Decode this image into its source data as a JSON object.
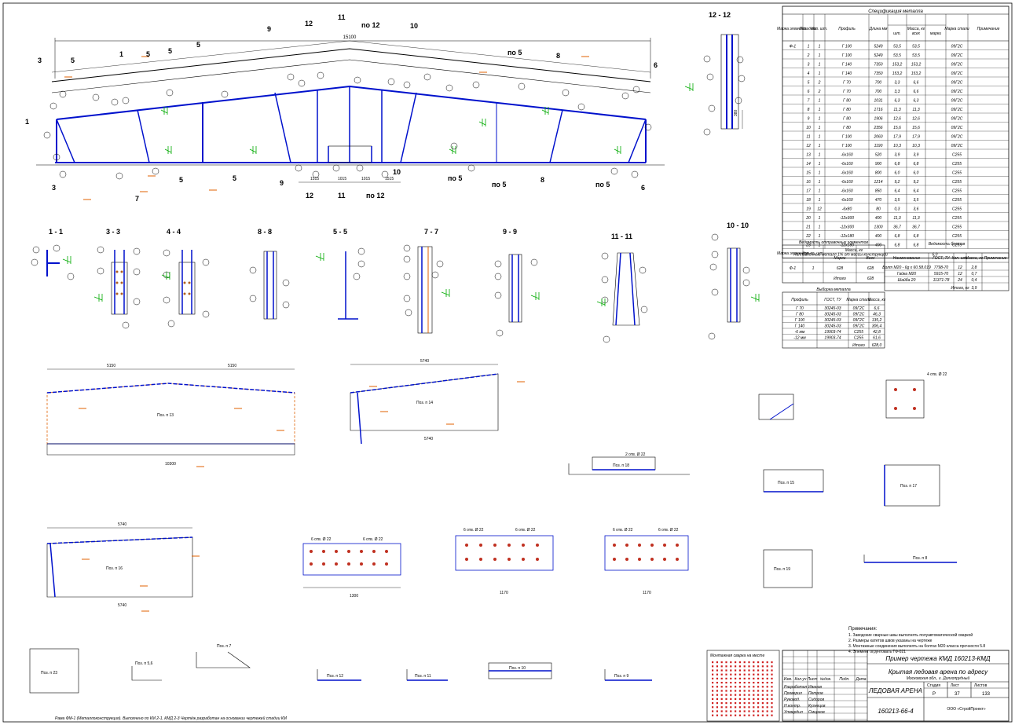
{
  "drawing": {
    "top_section_labels": [
      "9",
      "12",
      "11",
      "no 12",
      "10"
    ],
    "truss_dims": {
      "overall": "15100"
    },
    "section_titles": [
      "1 - 1",
      "3 - 3",
      "4 - 4",
      "8 - 8",
      "5 - 5",
      "7 - 7",
      "9 - 9",
      "11 - 11",
      "10 - 10",
      "12 - 12"
    ],
    "spec_table": {
      "title": "Спецификация металла",
      "headers": [
        "Марка элемента",
        "Поз. дет.",
        "Кол. шт.",
        "Профиль",
        "Длина мм",
        "Масса, кг",
        "Марка стали",
        "Примечание"
      ],
      "mass_subheaders": [
        "шт.",
        "всех",
        "марки"
      ],
      "rows": [
        [
          "Ф-1",
          "1",
          "1",
          "Г 100",
          "5249",
          "53,5",
          "53,5",
          "09Г2С"
        ],
        [
          "",
          "2",
          "1",
          "Г 100",
          "5249",
          "53,5",
          "53,5",
          "09Г2С"
        ],
        [
          "",
          "3",
          "1",
          "Г 140",
          "7350",
          "153,2",
          "153,2",
          "09Г2С"
        ],
        [
          "",
          "4",
          "1",
          "Г 140",
          "7350",
          "153,2",
          "153,2",
          "09Г2С"
        ],
        [
          "",
          "5",
          "2",
          "Г 70",
          "700",
          "3,3",
          "6,6",
          "09Г2С"
        ],
        [
          "",
          "6",
          "2",
          "Г 70",
          "700",
          "3,3",
          "6,6",
          "09Г2С"
        ],
        [
          "",
          "7",
          "1",
          "Г 80",
          "1031",
          "6,3",
          "6,3",
          "09Г2С"
        ],
        [
          "",
          "8",
          "1",
          "Г 80",
          "1716",
          "11,3",
          "11,3",
          "09Г2С"
        ],
        [
          "",
          "9",
          "1",
          "Г 80",
          "1906",
          "12,6",
          "12,6",
          "09Г2С"
        ],
        [
          "",
          "10",
          "1",
          "Г 80",
          "2356",
          "15,6",
          "15,6",
          "09Г2С"
        ],
        [
          "",
          "11",
          "1",
          "Г 100",
          "2060",
          "17,9",
          "17,9",
          "09Г2С"
        ],
        [
          "",
          "12",
          "1",
          "Г 100",
          "1190",
          "10,3",
          "10,3",
          "09Г2С"
        ],
        [
          "",
          "13",
          "1",
          "-6х160",
          "520",
          "3,9",
          "3,9",
          "С255"
        ],
        [
          "",
          "14",
          "1",
          "-6х160",
          "900",
          "6,8",
          "6,8",
          "С255"
        ],
        [
          "",
          "15",
          "1",
          "-6х160",
          "800",
          "6,0",
          "6,0",
          "С255"
        ],
        [
          "",
          "16",
          "1",
          "-6х160",
          "1214",
          "9,2",
          "9,2",
          "С255"
        ],
        [
          "",
          "17",
          "1",
          "-6х160",
          "850",
          "6,4",
          "6,4",
          "С255"
        ],
        [
          "",
          "18",
          "1",
          "-6х160",
          "470",
          "3,5",
          "3,5",
          "С255"
        ],
        [
          "",
          "19",
          "12",
          "-6х80",
          "80",
          "0,3",
          "3,6",
          "С255"
        ],
        [
          "",
          "20",
          "1",
          "-12х300",
          "400",
          "11,3",
          "11,3",
          "С255"
        ],
        [
          "",
          "21",
          "1",
          "-12х300",
          "1300",
          "36,7",
          "36,7",
          "С255"
        ],
        [
          "",
          "22",
          "1",
          "-12х180",
          "400",
          "6,8",
          "6,8",
          "С255"
        ],
        [
          "",
          "23",
          "1",
          "-12х180",
          "400",
          "6,8",
          "6,8",
          "С255"
        ]
      ],
      "footer": "Наплавленный металл 1% от массы конструкции",
      "footer_value": "6,0"
    },
    "ship_table": {
      "title": "Ведомость отправочных элементов",
      "headers": [
        "Марка элемента",
        "Кол-во, шт.",
        "Масса, кг",
        ""
      ],
      "mass_subheaders": [
        "Марки",
        "Всех"
      ],
      "rows": [
        [
          "Ф-1",
          "1",
          "628",
          "628"
        ]
      ],
      "total_label": "Итого",
      "total_value": "628"
    },
    "bolt_table": {
      "title": "Ведомость болтов",
      "headers": [
        "Наименование",
        "ГОСТ, ТУ",
        "Кол. шт.",
        "Масса, кг",
        "Примечание"
      ],
      "rows": [
        [
          "Болт М20 - 6g х 60.58.019",
          "7798-70",
          "12",
          "2,8"
        ],
        [
          "Гайка М20",
          "5915-70",
          "12",
          "0,7"
        ],
        [
          "Шайба 20",
          "11371-78",
          "24",
          "0,4"
        ]
      ],
      "total_label": "Итого, кг",
      "total_value": "3,9"
    },
    "profile_table": {
      "title": "Выборка металла",
      "headers": [
        "Профиль",
        "ГОСТ, ТУ",
        "Марка стали",
        "Масса, кг"
      ],
      "rows": [
        [
          "Г 70",
          "30245-03",
          "09Г2С",
          "6,6"
        ],
        [
          "Г 80",
          "30245-03",
          "09Г2С",
          "46,3"
        ],
        [
          "Г 100",
          "30245-03",
          "09Г2С",
          "135,2"
        ],
        [
          "Г 140",
          "30245-03",
          "09Г2С",
          "306,4"
        ],
        [
          "-6 мм",
          "19903-74",
          "С255",
          "42,8"
        ],
        [
          "-12 мм",
          "19903-74",
          "С255",
          "61,6"
        ]
      ],
      "total_label": "Итого",
      "total_value": "628,0"
    },
    "notes": {
      "title": "Примечания:",
      "lines": [
        "1. Заводские сварные швы выполнять полуавтоматической сваркой",
        "2. Размеры катетов швов указаны на чертеже",
        "3. Монтажные соединения выполнять на болтах М20 класса прочности 5.8",
        "4. Элемент огрунтовать ГФ-021"
      ]
    },
    "weld_legend": {
      "title": "Монтажная сварка на месте"
    },
    "title_block": {
      "project": "Пример чертежа КМД 160213-КМД",
      "object_name": "Крытая ледовая арена по адресу",
      "object_sub": "Московская обл., г. Долгопрудный",
      "sheet_title": "ЛЕДОВАЯ АРЕНА",
      "code": "160213-66-4",
      "stage_label": "Стадия",
      "stage": "Р",
      "sheet_label": "Лист",
      "sheet": "37",
      "sheets_label": "Листов",
      "sheets": "133",
      "row_headers": [
        "Изм.",
        "Кол.уч",
        "Лист",
        "№док.",
        "Подп.",
        "Дата"
      ],
      "roles": [
        "Разработал",
        "Проверил",
        "Руковод.",
        "Н.контр.",
        "Утвердил"
      ],
      "names": [
        "Иванов",
        "Петров",
        "Сидоров",
        "Кузнецов",
        "Смирнов"
      ],
      "org": "ООО «СтройПроект»"
    },
    "footer_line": "Рама ФМ-1 (Металлоконструкция). Выполнено по КМ 2-1, КМД 2-3 Чертёж разработан на основании чертежей стадии КМ"
  }
}
